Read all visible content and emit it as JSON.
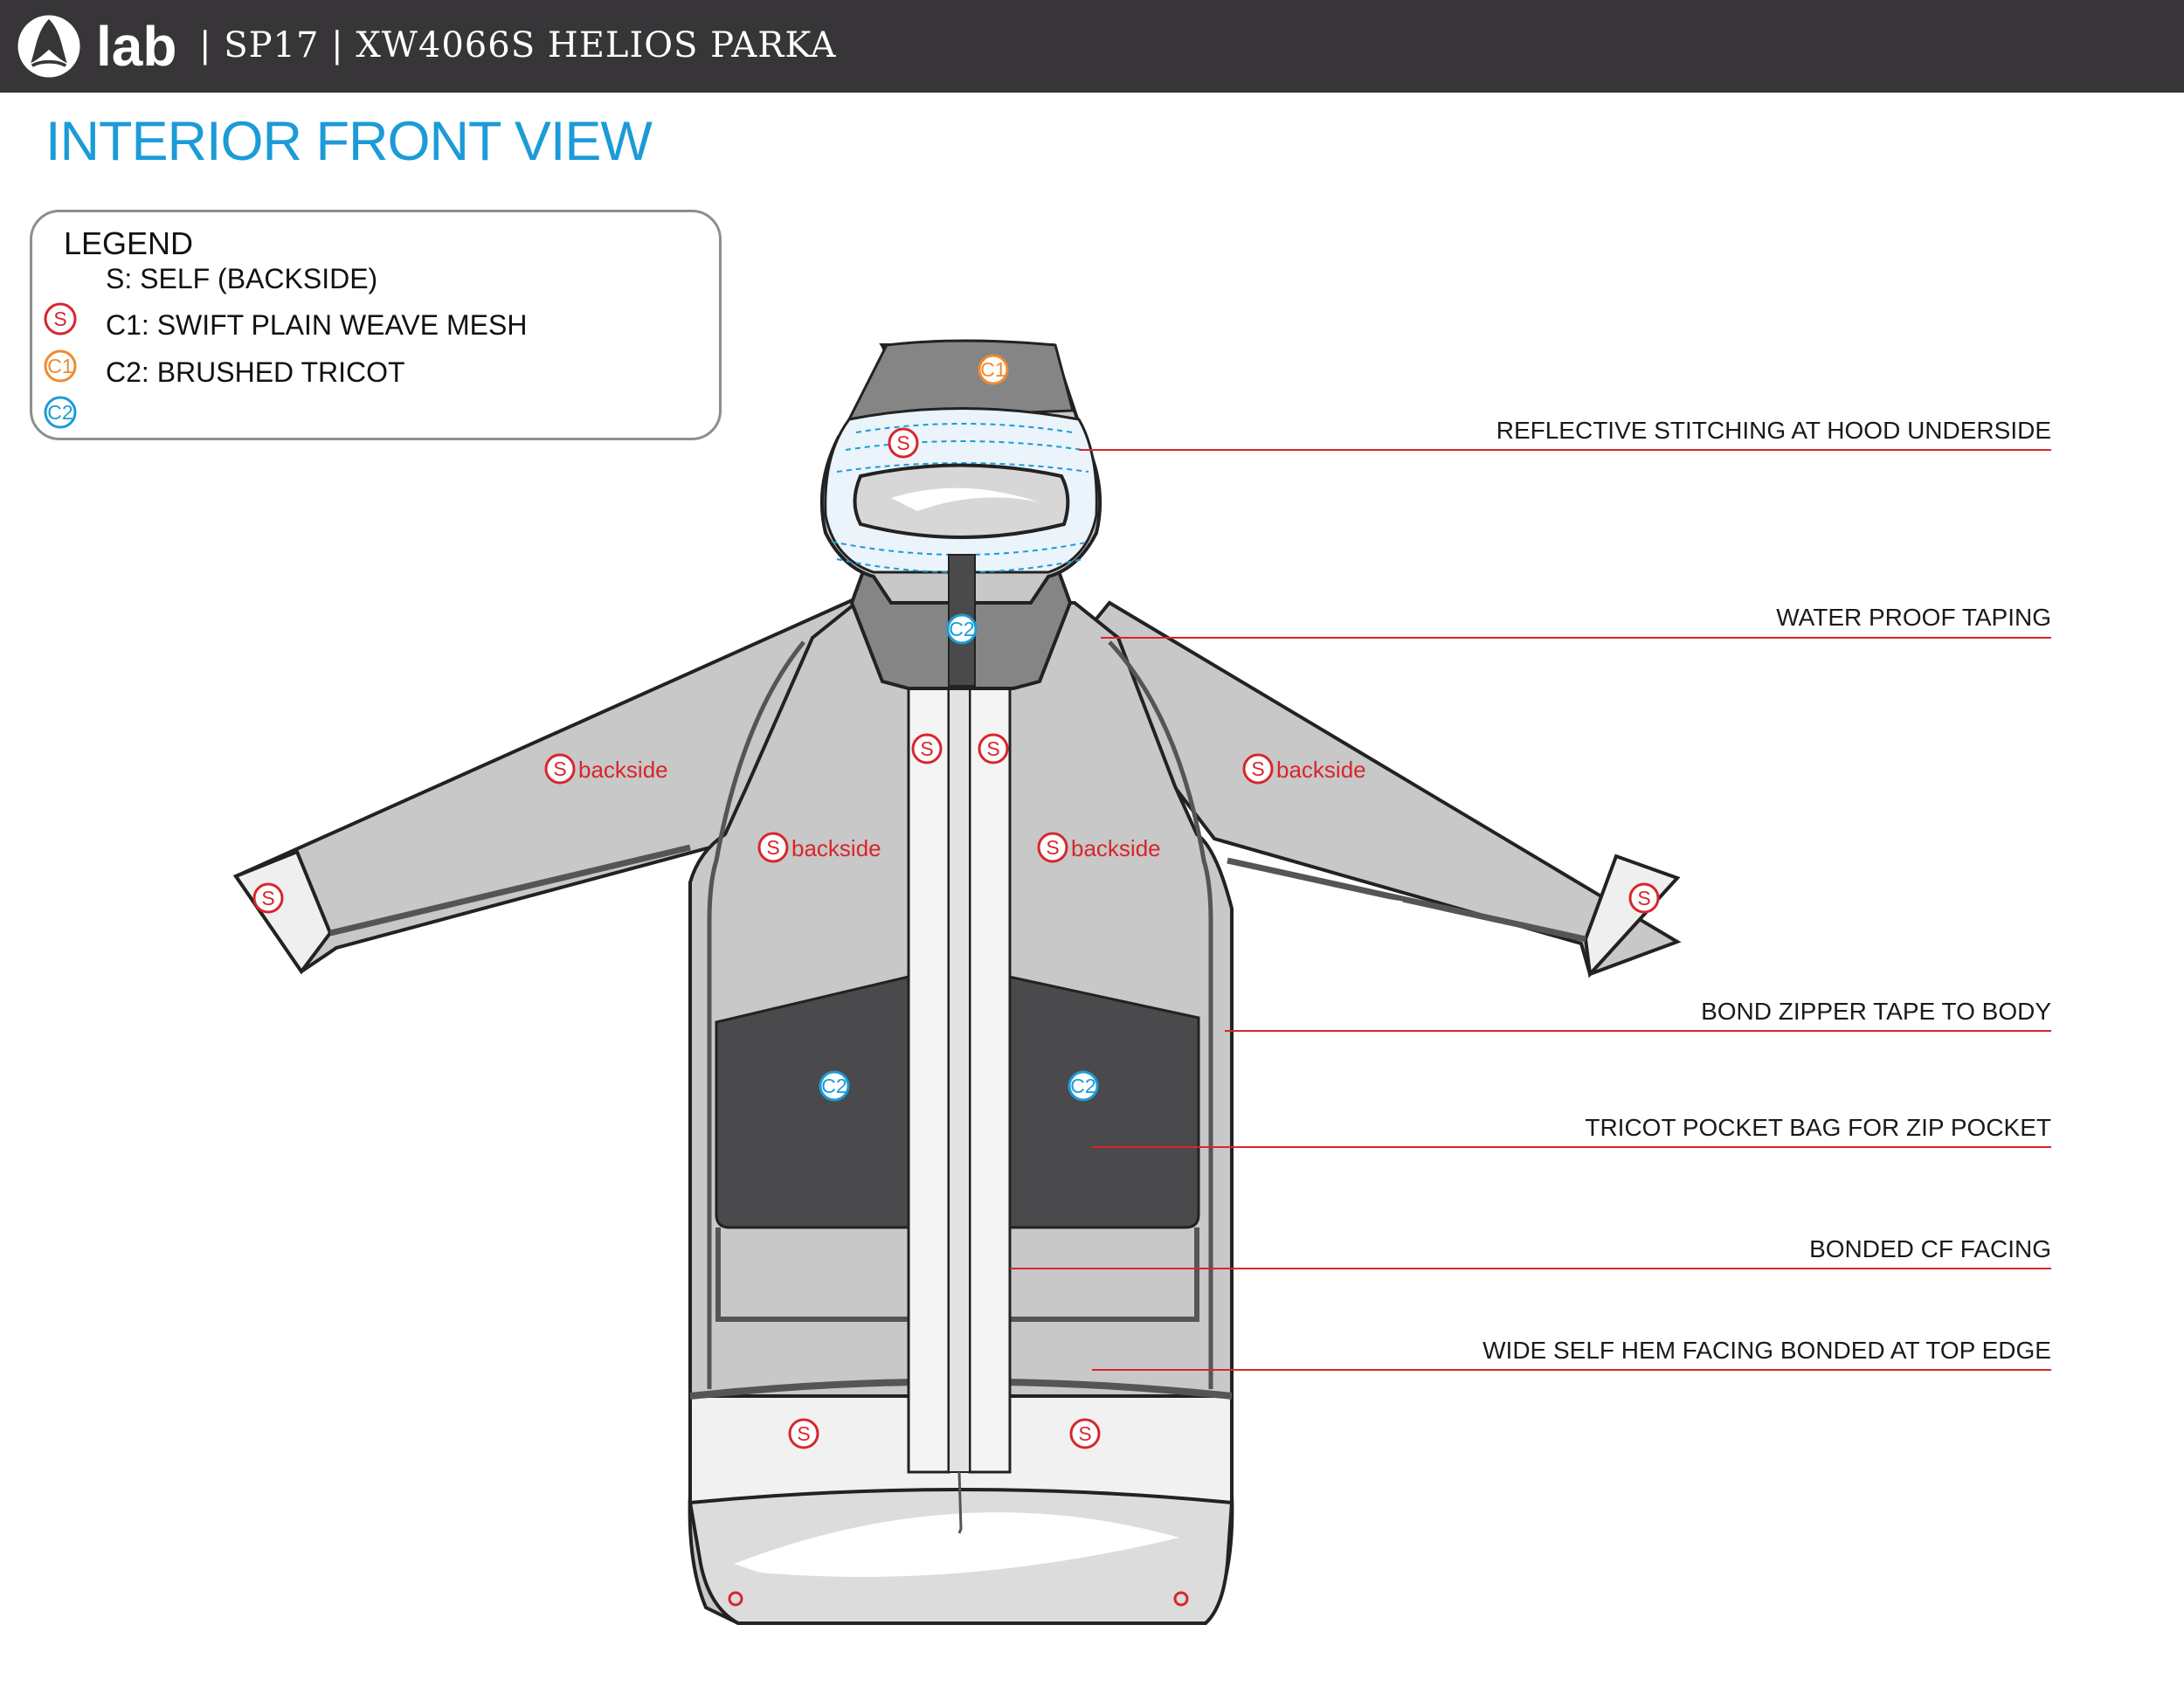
{
  "header": {
    "brand": "lab",
    "title": "| SP17 | XW4066S HELIOS PARKA"
  },
  "page_title": "INTERIOR FRONT VIEW",
  "legend": {
    "heading": "LEGEND",
    "entries": [
      "S: SELF (BACKSIDE)",
      "C1: SWIFT PLAIN WEAVE MESH",
      "C2: BRUSHED TRICOT"
    ],
    "symbols": [
      "S",
      "C1",
      "C2"
    ]
  },
  "markers": {
    "self": "S",
    "c1": "C1",
    "c2": "C2",
    "backside": "backside"
  },
  "callouts": [
    "REFLECTIVE STITCHING AT HOOD UNDERSIDE",
    "WATER PROOF TAPING",
    "BOND ZIPPER TAPE TO BODY",
    "TRICOT POCKET BAG FOR ZIP POCKET",
    "BONDED CF FACING",
    "WIDE SELF HEM FACING BONDED AT TOP EDGE"
  ],
  "colors": {
    "header_bg": "#373538",
    "title_blue": "#1b9bd7",
    "self_red": "#d7262c",
    "c1_orange": "#ef8a2e",
    "c2_blue": "#1b9bd7",
    "garment_light": "#c8c8c8",
    "garment_dark": "#4a494c",
    "hood_gray": "#858585"
  },
  "icons": {
    "logo": "lululemon-logo-icon"
  }
}
